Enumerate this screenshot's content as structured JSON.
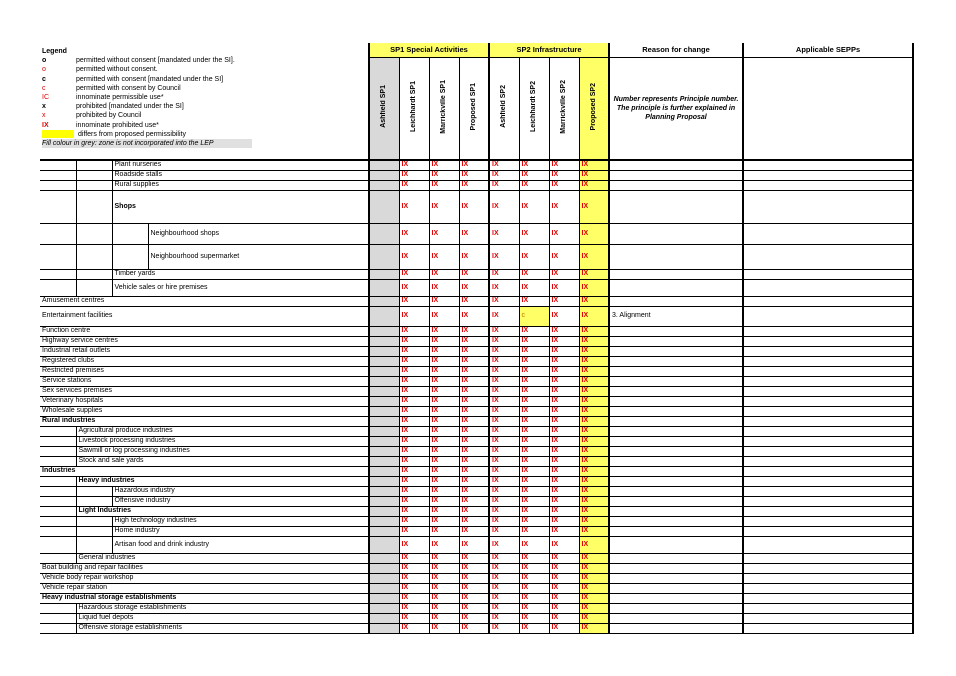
{
  "legend": {
    "title": "Legend",
    "items": [
      {
        "code": "o",
        "desc": "permitted without consent [mandated under the SI]."
      },
      {
        "code": "o",
        "desc": "permitted without consent."
      },
      {
        "code": "c",
        "desc": "permitted with consent [mandated under the SI]"
      },
      {
        "code": "c",
        "desc": "permitted with consent by Council"
      },
      {
        "code": "IC",
        "desc": "innominate permissible use*"
      },
      {
        "code": "x",
        "desc": "prohibited [mandated under the SI]"
      },
      {
        "code": "x",
        "desc": "prohibited by Council"
      },
      {
        "code": "IX",
        "desc": "innominate prohibited use*"
      }
    ],
    "swatch_desc": "differs from proposed permissibility",
    "grey_note": "Fill colour in grey: zone is not incorporated into the LEP"
  },
  "header": {
    "sp1": "SP1 Special Activities",
    "sp2": "SP2 Infrastructure",
    "reason": "Reason for change",
    "sepps": "Applicable SEPPs",
    "sp1_cols": [
      "Ashfield SP1",
      "Leichhardt SP1",
      "Marrickville SP1",
      "Proposed SP1"
    ],
    "sp2_cols": [
      "Ashfield SP2",
      "Leichhardt SP2",
      "Marrickville SP2",
      "Proposed SP2"
    ],
    "reason_note": "Number represents Principle number. The principle is further explained in Planning Proposal"
  },
  "cell_value": "IX",
  "rows": [
    {
      "label": "Plant nurseries",
      "level": 2,
      "bold": false,
      "h": 10
    },
    {
      "label": "Roadside stalls",
      "level": 2,
      "bold": false,
      "h": 10
    },
    {
      "label": "Rural supplies",
      "level": 2,
      "bold": false,
      "h": 10
    },
    {
      "label": "Shops",
      "level": 2,
      "bold": true,
      "h": 33
    },
    {
      "label": "Neighbourhood shops",
      "level": 3,
      "bold": false,
      "h": 21
    },
    {
      "label": "Neighbourhood supermarket",
      "level": 3,
      "bold": false,
      "h": 25
    },
    {
      "label": "Timber yards",
      "level": 2,
      "bold": false,
      "h": 10
    },
    {
      "label": "Vehicle sales or hire premises",
      "level": 2,
      "bold": false,
      "h": 17
    },
    {
      "label": "Amusement centres",
      "level": 0,
      "bold": false,
      "h": 10
    },
    {
      "label": "Entertainment facilities",
      "level": 0,
      "bold": false,
      "h": 20,
      "leichhardt_sp2": "c",
      "reason": "3. Alignment"
    },
    {
      "label": "Function centre",
      "level": 0,
      "bold": false,
      "h": 10
    },
    {
      "label": "Highway service centres",
      "level": 0,
      "bold": false,
      "h": 10
    },
    {
      "label": "Industrial retail outlets",
      "level": 0,
      "bold": false,
      "h": 10
    },
    {
      "label": "Registered clubs",
      "level": 0,
      "bold": false,
      "h": 10
    },
    {
      "label": "Restricted premises",
      "level": 0,
      "bold": false,
      "h": 10
    },
    {
      "label": "Service stations",
      "level": 0,
      "bold": false,
      "h": 10
    },
    {
      "label": "Sex services premises",
      "level": 0,
      "bold": false,
      "h": 10
    },
    {
      "label": "Veterinary hospitals",
      "level": 0,
      "bold": false,
      "h": 10
    },
    {
      "label": "Wholesale supplies",
      "level": 0,
      "bold": false,
      "h": 10
    },
    {
      "label": "Rural industries",
      "level": 0,
      "bold": true,
      "h": 10
    },
    {
      "label": "Agricultural produce industries",
      "level": 1,
      "bold": false,
      "h": 10
    },
    {
      "label": "Livestock processing industries",
      "level": 1,
      "bold": false,
      "h": 10
    },
    {
      "label": "Sawmill or log processing industries",
      "level": 1,
      "bold": false,
      "h": 10
    },
    {
      "label": "Stock and sale yards",
      "level": 1,
      "bold": false,
      "h": 10
    },
    {
      "label": "Industries",
      "level": 0,
      "bold": true,
      "h": 10
    },
    {
      "label": "Heavy industries",
      "level": 1,
      "bold": true,
      "h": 10
    },
    {
      "label": "Hazardous industry",
      "level": 2,
      "bold": false,
      "h": 10
    },
    {
      "label": "Offensive industry",
      "level": 2,
      "bold": false,
      "h": 10
    },
    {
      "label": "Light Industries",
      "level": 1,
      "bold": true,
      "h": 10
    },
    {
      "label": "High technology industries",
      "level": 2,
      "bold": false,
      "h": 10
    },
    {
      "label": "Home industry",
      "level": 2,
      "bold": false,
      "h": 10
    },
    {
      "label": "Artisan food and drink industry",
      "level": 2,
      "bold": false,
      "h": 17
    },
    {
      "label": "General industries",
      "level": 1,
      "bold": false,
      "h": 10
    },
    {
      "label": "Boat building and repair facilities",
      "level": 0,
      "bold": false,
      "h": 10
    },
    {
      "label": "Vehicle body repair workshop",
      "level": 0,
      "bold": false,
      "h": 10
    },
    {
      "label": "Vehicle repair station",
      "level": 0,
      "bold": false,
      "h": 10
    },
    {
      "label": "Heavy industrial storage establishments",
      "level": 0,
      "bold": true,
      "h": 10
    },
    {
      "label": "Hazardous storage establishments",
      "level": 1,
      "bold": false,
      "h": 10
    },
    {
      "label": "Liquid fuel depots",
      "level": 1,
      "bold": false,
      "h": 10
    },
    {
      "label": "Offensive storage establishments",
      "level": 1,
      "bold": false,
      "h": 10
    }
  ],
  "colors": {
    "prohibited_text": "#e00000",
    "highlight_yellow": "#ffff66",
    "not_incorporated_grey": "#d9d9d9"
  }
}
